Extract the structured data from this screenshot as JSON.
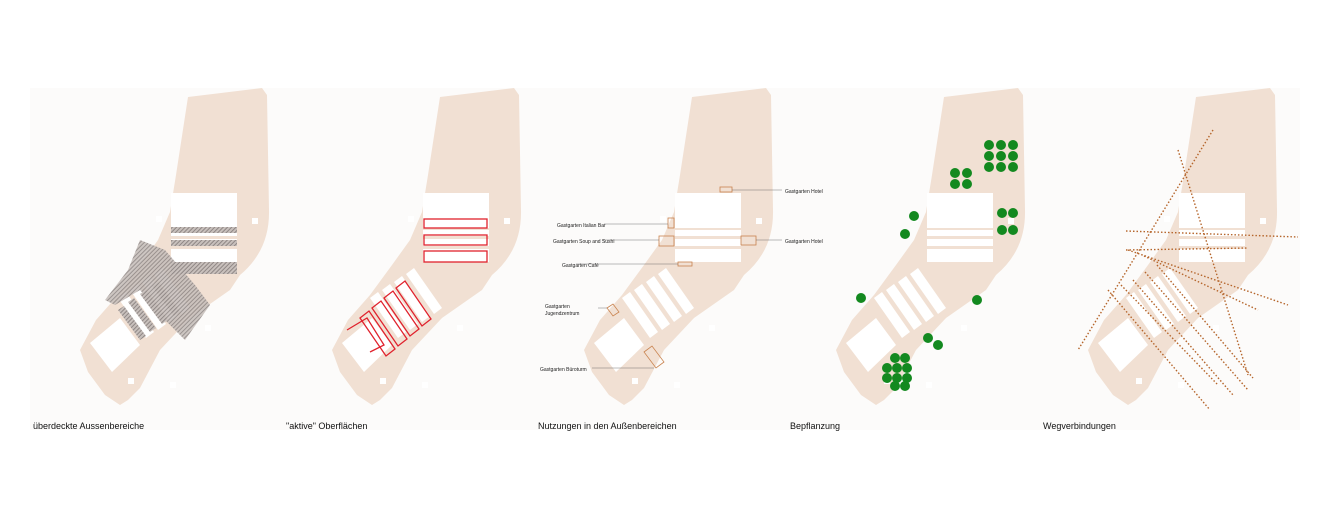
{
  "colors": {
    "site": "#f1e0d3",
    "building": "#ffffff",
    "covered": "#8f8785",
    "active": "#e0222d",
    "usage": "#c9834f",
    "planting": "#13891f",
    "paths": "#b5652b"
  },
  "panels": [
    {
      "id": "covered",
      "caption": "überdeckte Aussenbereiche"
    },
    {
      "id": "active",
      "caption": "\"aktive\" Oberflächen"
    },
    {
      "id": "usage",
      "caption": "Nutzungen in den Außenbereichen"
    },
    {
      "id": "planting",
      "caption": "Bepflanzung"
    },
    {
      "id": "paths",
      "caption": "Wegverbindungen"
    }
  ],
  "usage_labels": {
    "hotel_top": "Gastgarten Hotel",
    "italian_bar": "Gastgarten Italian Bar",
    "soup_sushi": "Gastgarten Soup and Sushi",
    "hotel_right": "Gastgarten Hotel",
    "cafe": "Gastgarten Café",
    "jugend_1": "Gastgarten",
    "jugend_2": "Jugendzentrum",
    "buero": "Gastgarten Büroturm"
  }
}
